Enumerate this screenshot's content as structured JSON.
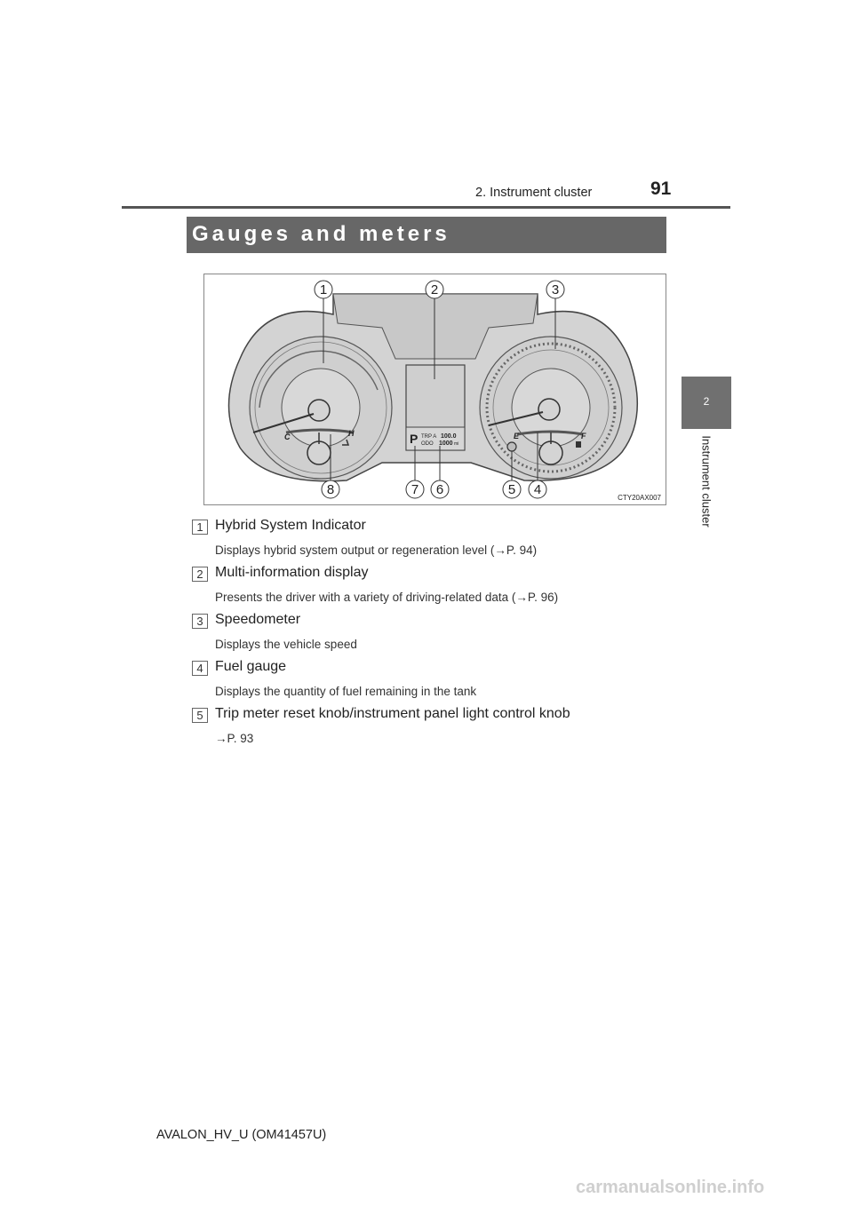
{
  "header": {
    "page_number": "91",
    "section": "2. Instrument cluster",
    "tab_number": "2",
    "tab_title": "Instrument cluster"
  },
  "title": "Gauges and meters",
  "figure": {
    "code": "CTY20AX007",
    "callouts": [
      "1",
      "2",
      "3",
      "4",
      "5",
      "6",
      "7",
      "8"
    ],
    "gauge_labels": {
      "cold": "C",
      "hot": "H",
      "empty": "E",
      "full": "F"
    },
    "display": {
      "gear": "P",
      "trip": "TRP A",
      "trip_value": "100.0",
      "odo": "ODO",
      "odo_value": "1000",
      "odo_unit": "mi"
    }
  },
  "items": [
    {
      "num": "1",
      "title": "Hybrid System Indicator",
      "desc": "Displays hybrid system output or regeneration level (→P. 94)"
    },
    {
      "num": "2",
      "title": "Multi-information display",
      "desc": "Presents the driver with a variety of driving-related data (→P. 96)"
    },
    {
      "num": "3",
      "title": "Speedometer",
      "desc": "Displays the vehicle speed"
    },
    {
      "num": "4",
      "title": "Fuel gauge",
      "desc": "Displays the quantity of fuel remaining in the tank"
    },
    {
      "num": "5",
      "title": "Trip meter reset knob/instrument panel light control knob",
      "desc": "→P. 93"
    }
  ],
  "footer": {
    "code": "AVALON_HV_U (OM41457U)",
    "watermark": "carmanualsonline.info"
  }
}
